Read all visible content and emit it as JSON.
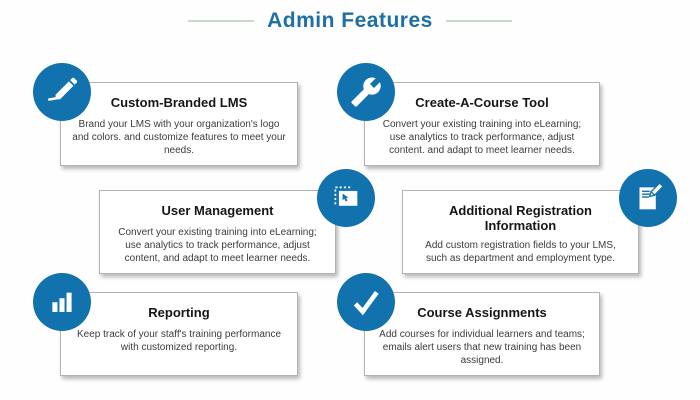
{
  "header": {
    "title": "Admin Features"
  },
  "colors": {
    "icon_circle_blue": "#1172ad",
    "title_blue": "#1e6fa5",
    "divider_green": "#c9d9c8",
    "card_border_gray": "#b3b3b3"
  },
  "cards": [
    {
      "title": "Custom-Branded LMS",
      "description": "Brand your LMS with your organization's logo and colors. and customize features to meet your needs.",
      "icon": "pencil-edit-icon",
      "icon_side": "left"
    },
    {
      "title": "Create-A-Course Tool",
      "description": "Convert your existing training into eLearning; use analytics to track performance, adjust content. and adapt to meet learner needs.",
      "icon": "wrench-icon",
      "icon_side": "left"
    },
    {
      "title": "User Management",
      "description": "Convert your existing training into eLearning; use analytics to track performance, adjust content, and adapt to meet learner needs.",
      "icon": "window-cursor-icon",
      "icon_side": "right"
    },
    {
      "title": "Additional Registration Information",
      "description": "Add custom registration fields to your LMS, such as department and employment type.",
      "icon": "document-pencil-icon",
      "icon_side": "right"
    },
    {
      "title": "Reporting",
      "description": "Keep track of your staff's training performance with customized reporting.",
      "icon": "bar-chart-icon",
      "icon_side": "left"
    },
    {
      "title": "Course Assignments",
      "description": "Add courses for individual learners and teams; emails alert users that new training has been assigned.",
      "icon": "checkmark-icon",
      "icon_side": "left"
    }
  ]
}
